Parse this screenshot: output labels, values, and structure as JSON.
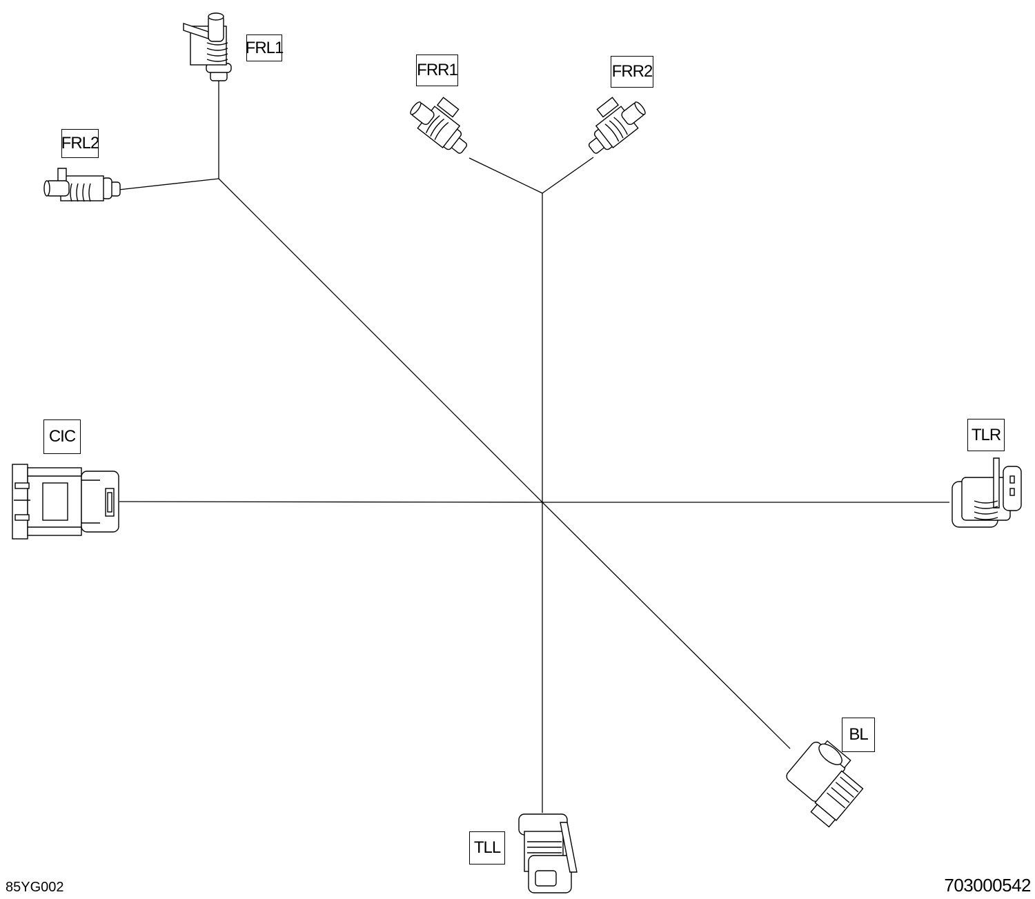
{
  "labels": {
    "frl1": "FRL1",
    "frl2": "FRL2",
    "frr1": "FRR1",
    "frr2": "FRR2",
    "cic": "CIC",
    "tlr": "TLR",
    "bl": "BL",
    "tll": "TLL"
  },
  "footer": {
    "drawing_code": "85YG002",
    "part_number": "703000542"
  },
  "colors": {
    "line": "#000000",
    "fill": "#ffffff"
  }
}
